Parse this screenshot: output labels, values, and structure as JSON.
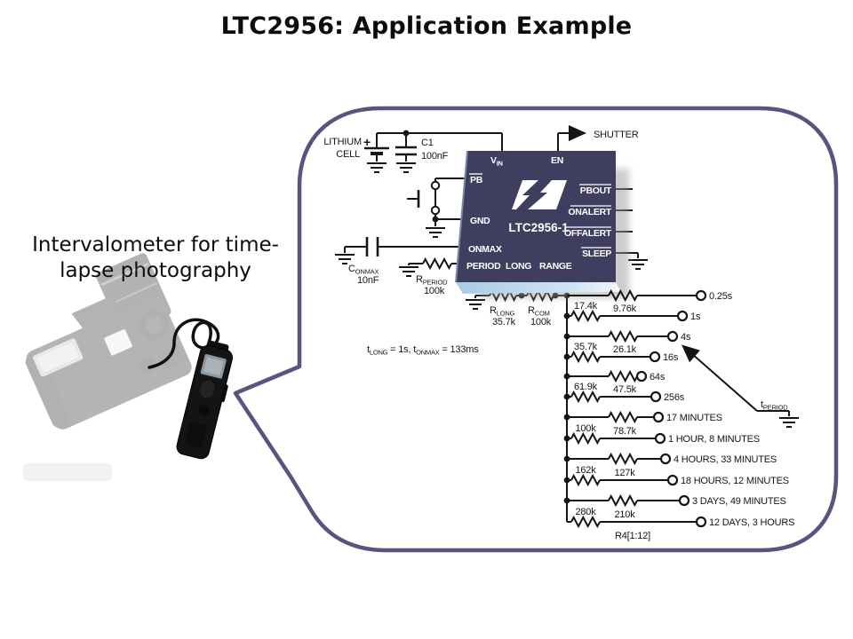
{
  "slide": {
    "title": "LTC2956: Application Example"
  },
  "caption": {
    "line1": "Intervalometer for time-",
    "line2": "lapse photography"
  },
  "colors": {
    "chip": "#403e5f",
    "bubble_border": "#5e5180",
    "chip_bevel": "#b5d6ea"
  },
  "schematic": {
    "battery": {
      "label_line1": "LITHIUM",
      "label_line2": "CELL",
      "plus": "+"
    },
    "c1": {
      "name": "C1",
      "value": "100nF"
    },
    "shutter_label": "SHUTTER",
    "chip": {
      "part": "LTC2956-1",
      "pin_vin_main": "V",
      "pin_vin_sub": "IN",
      "pin_en": "EN",
      "pin_pb": "PB",
      "pin_gnd": "GND",
      "pin_onmax": "ONMAX",
      "pin_period": "PERIOD",
      "pin_long": "LONG",
      "pin_range": "RANGE",
      "pin_pbout": "PBOUT",
      "pin_onalert": "ONALERT",
      "pin_offalert": "OFFALERT",
      "pin_sleep": "SLEEP"
    },
    "conmax": {
      "name_main": "C",
      "name_sub": "ONMAX",
      "value": "10nF"
    },
    "rperiod": {
      "name_main": "R",
      "name_sub": "PERIOD",
      "value": "100k"
    },
    "rlong": {
      "name_main": "R",
      "name_sub": "LONG",
      "value": "35.7k"
    },
    "rcom": {
      "name_main": "R",
      "name_sub": "COM",
      "value": "100k"
    },
    "note": {
      "p1": "t",
      "s1": "LONG",
      "p2": " = 1s, t",
      "s2": "ONMAX",
      "p3": " = 133ms"
    },
    "tperiod": {
      "main": "t",
      "sub": "PERIOD"
    },
    "ladder": {
      "bundle_label": "R4[1:12]",
      "pairs": [
        {
          "left": "17.4k",
          "right": "9.76k"
        },
        {
          "left": "35.7k",
          "right": "26.1k"
        },
        {
          "left": "61.9k",
          "right": "47.5k"
        },
        {
          "left": "100k",
          "right": "78.7k"
        },
        {
          "left": "162k",
          "right": "127k"
        },
        {
          "left": "280k",
          "right": "210k"
        }
      ],
      "rows": [
        {
          "time": "0.25s"
        },
        {
          "time": "1s"
        },
        {
          "time": "4s"
        },
        {
          "time": "16s"
        },
        {
          "time": "64s"
        },
        {
          "time": "256s"
        },
        {
          "time": "17 MINUTES"
        },
        {
          "time": "1 HOUR, 8 MINUTES"
        },
        {
          "time": "4 HOURS, 33 MINUTES"
        },
        {
          "time": "18 HOURS, 12 MINUTES"
        },
        {
          "time": "3 DAYS, 49 MINUTES"
        },
        {
          "time": "12 DAYS, 3 HOURS"
        }
      ]
    }
  }
}
